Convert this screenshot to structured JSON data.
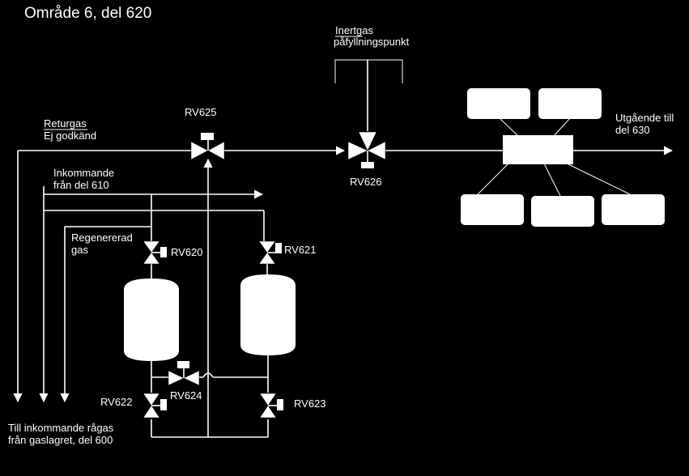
{
  "title": "Område 6, del 620",
  "labels": {
    "inertgas": "Inertgas",
    "pafyllningspunkt": "påfyllningspunkt",
    "returgas": "Returgas",
    "ej_godkand": "Ej godkänd",
    "inkommande": "Inkommande",
    "fran_del_610": "från del 610",
    "regenererad": "Regenererad",
    "gas": "gas",
    "utgaende_till": "Utgående till",
    "del_630": "del 630",
    "till_inkommande": "Till inkommande rågas",
    "fran_gaslagret": "från gaslagret, del 600"
  },
  "valves": {
    "rv625": "RV625",
    "rv626": "RV626",
    "rv620": "RV620",
    "rv621": "RV621",
    "rv622": "RV622",
    "rv623": "RV623",
    "rv624": "RV624"
  }
}
